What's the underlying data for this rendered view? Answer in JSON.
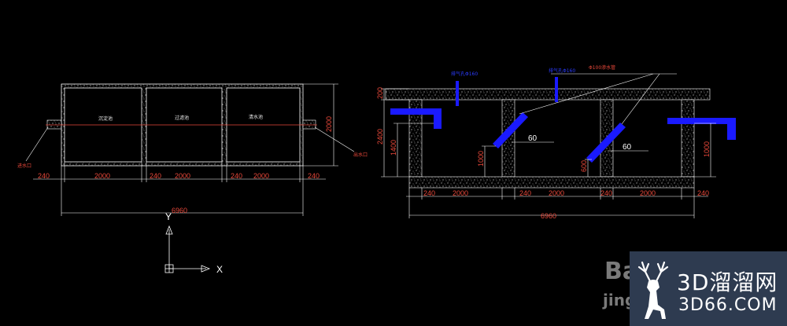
{
  "left_plan": {
    "chambers": [
      "沉淀池",
      "过滤池",
      "清水池"
    ],
    "inlet_label": "进水口",
    "outlet_label": "出水口",
    "height_dim": "2000",
    "dims_bottom": [
      "240",
      "2000",
      "240",
      "2000",
      "240",
      "2000",
      "240"
    ],
    "total_dim": "6960"
  },
  "axes": {
    "y": "Y",
    "x": "X"
  },
  "right_section": {
    "top_labels": [
      "排气孔Φ160",
      "排气孔Φ160",
      "Φ100渗水管"
    ],
    "left_dims": [
      "200",
      "2400",
      "1400"
    ],
    "inner_dims": [
      "1000",
      "600"
    ],
    "right_dim": "1000",
    "angles": [
      "60",
      "60"
    ],
    "dims_bottom": [
      "240",
      "2000",
      "240",
      "2000",
      "240",
      "2000",
      "240"
    ],
    "total_dim": "6960"
  },
  "watermarks": {
    "baidu_top": "Ba",
    "baidu_bottom": "jing",
    "site_cn": "3D溜溜网",
    "site_en": "3D66.COM"
  },
  "colors": {
    "background": "#000000",
    "line_white": "#ffffff",
    "dim_red": "#e8483a",
    "pipe_blue": "#1a1aff",
    "watermark_bg": "#2e3b50"
  }
}
